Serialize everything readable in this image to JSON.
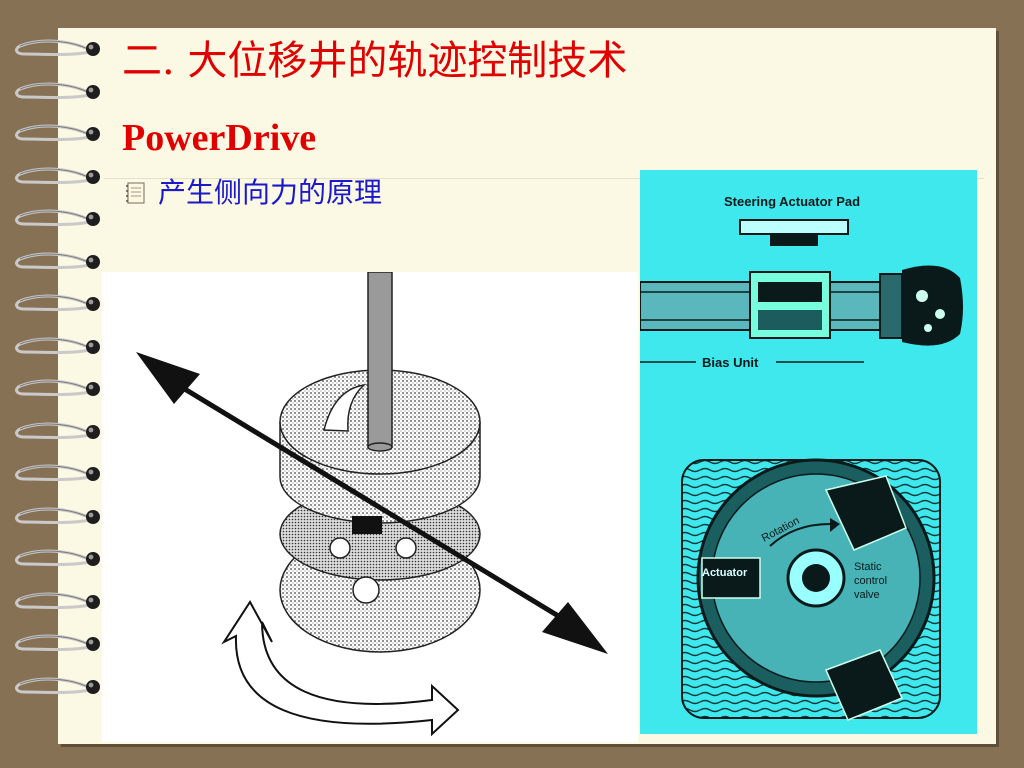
{
  "slide": {
    "title": "二. 大位移井的轨迹控制技术",
    "subtitle": "PowerDrive",
    "bullet": "产生侧向力的原理"
  },
  "figure_right": {
    "top_label": "Steering Actuator Pad",
    "bottom_label": "Bias Unit",
    "rotation_label": "Rotation",
    "actuator_label": "Actuator",
    "valve_label_1": "Static",
    "valve_label_2": "control",
    "valve_label_3": "valve"
  },
  "colors": {
    "background": "#877154",
    "paper": "#fbf8e4",
    "title": "#e00000",
    "bullet_text": "#1a1acc",
    "diagram_bg": "#3ee8ec"
  }
}
